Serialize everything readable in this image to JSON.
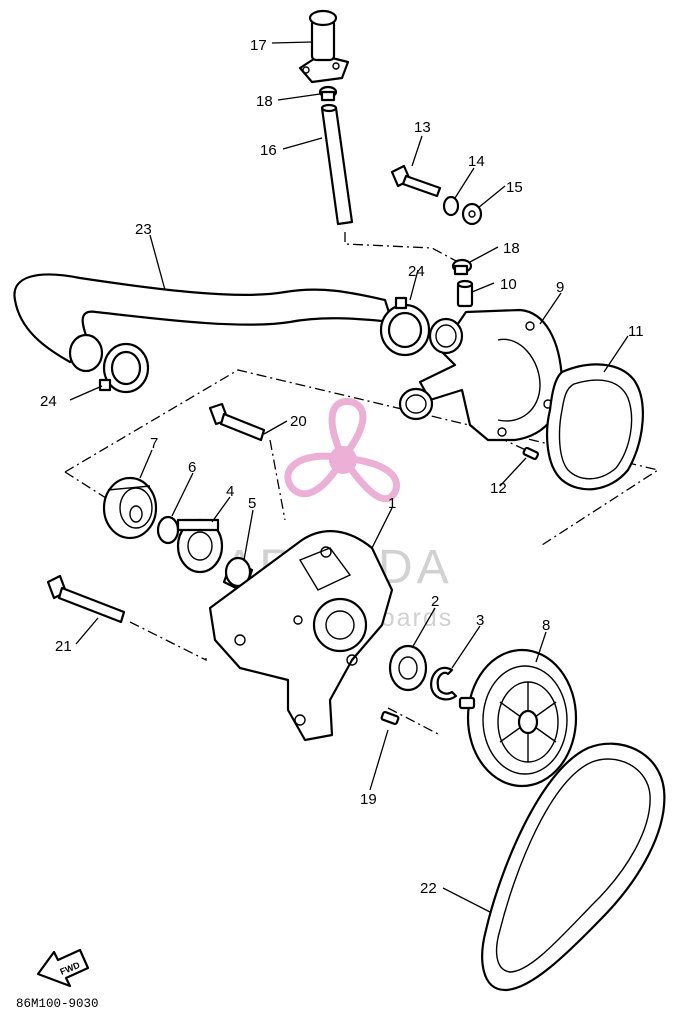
{
  "diagram": {
    "drawing_code": "86M100-9030",
    "direction_badge": "FWD",
    "callouts": [
      "17",
      "18",
      "16",
      "13",
      "14",
      "15",
      "18",
      "10",
      "9",
      "24",
      "23",
      "11",
      "24",
      "20",
      "7",
      "6",
      "4",
      "5",
      "1",
      "12",
      "2",
      "3",
      "8",
      "21",
      "19",
      "22"
    ]
  },
  "watermark": {
    "brand": "ARMADA",
    "tagline": "marine outboards",
    "color": "#e9a3cf"
  }
}
